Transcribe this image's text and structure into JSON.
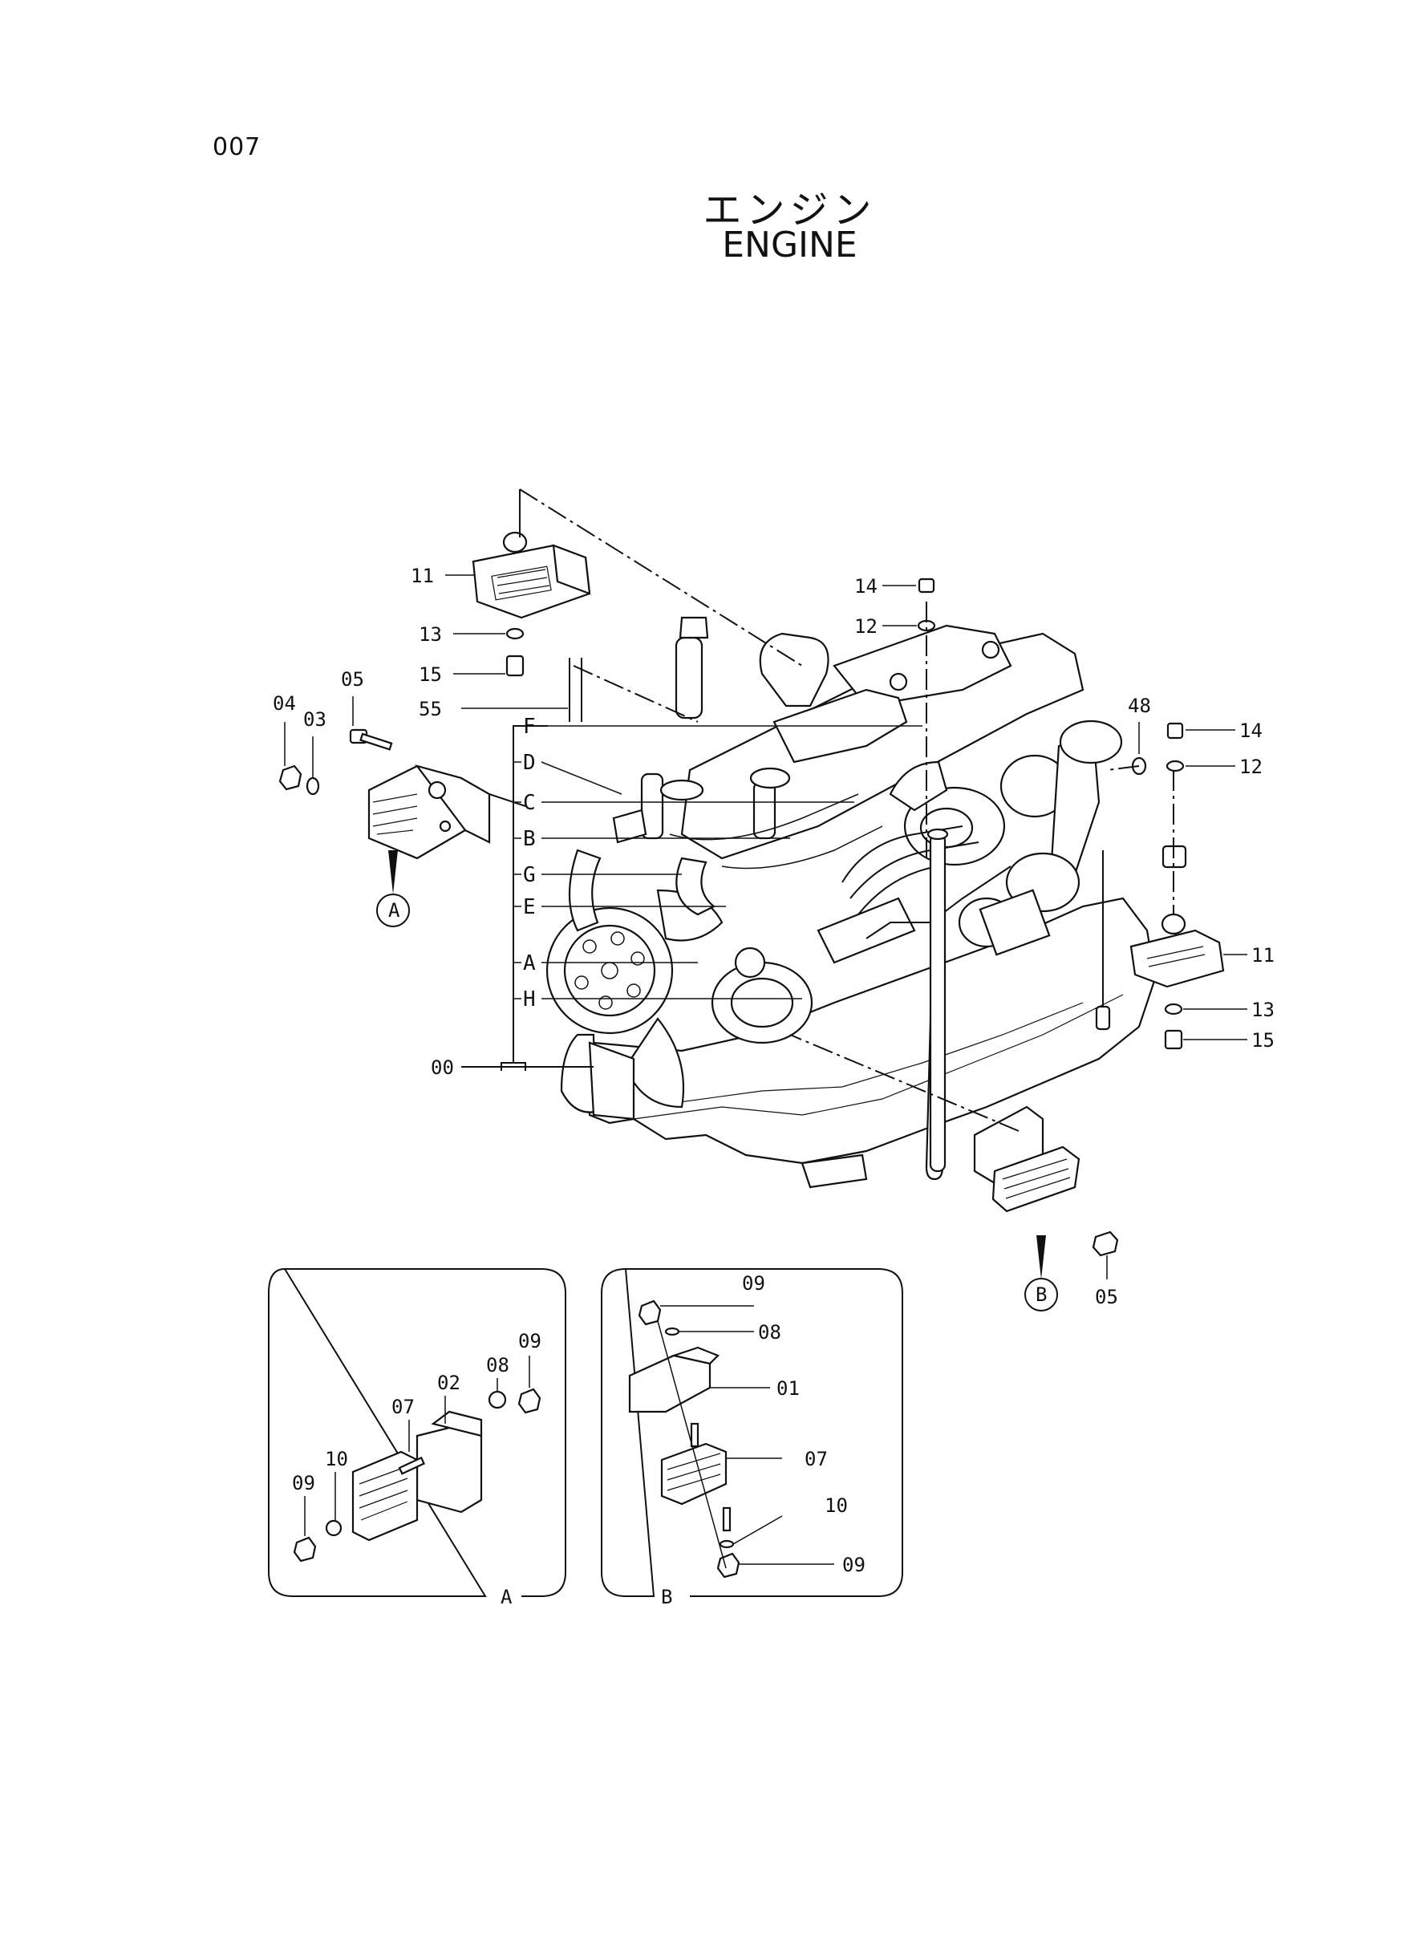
{
  "page_number": "007",
  "title_japanese": "エンジン",
  "title_english": "ENGINE",
  "callouts_main": {
    "c11_top": "11",
    "c13_top": "13",
    "c15_top": "15",
    "c55": "55",
    "c05_left": "05",
    "c04": "04",
    "c03": "03",
    "cA_circle": "A",
    "c14_mid": "14",
    "c12_mid": "12",
    "c48": "48",
    "c14_right": "14",
    "c12_right": "12",
    "c11_right": "11",
    "c13_right": "13",
    "c15_right": "15",
    "c00": "00",
    "c05_right": "05",
    "cB_circle": "B"
  },
  "letter_labels": [
    "F",
    "D",
    "C",
    "B",
    "G",
    "E",
    "A",
    "H"
  ],
  "detail_a": {
    "frame_label": "A",
    "callouts": {
      "c09_top": "09",
      "c08": "08",
      "c02": "02",
      "c07": "07",
      "c10": "10",
      "c09_bottom": "09"
    }
  },
  "detail_b": {
    "frame_label": "B",
    "callouts": {
      "c09_top": "09",
      "c08": "08",
      "c01": "01",
      "c07": "07",
      "c10": "10",
      "c09_bottom": "09"
    }
  }
}
